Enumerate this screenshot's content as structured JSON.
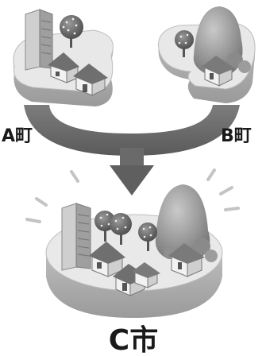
{
  "diagram": {
    "source_towns": [
      {
        "label": "A町"
      },
      {
        "label": "B町"
      }
    ],
    "merged_city": {
      "label": "C市"
    }
  }
}
